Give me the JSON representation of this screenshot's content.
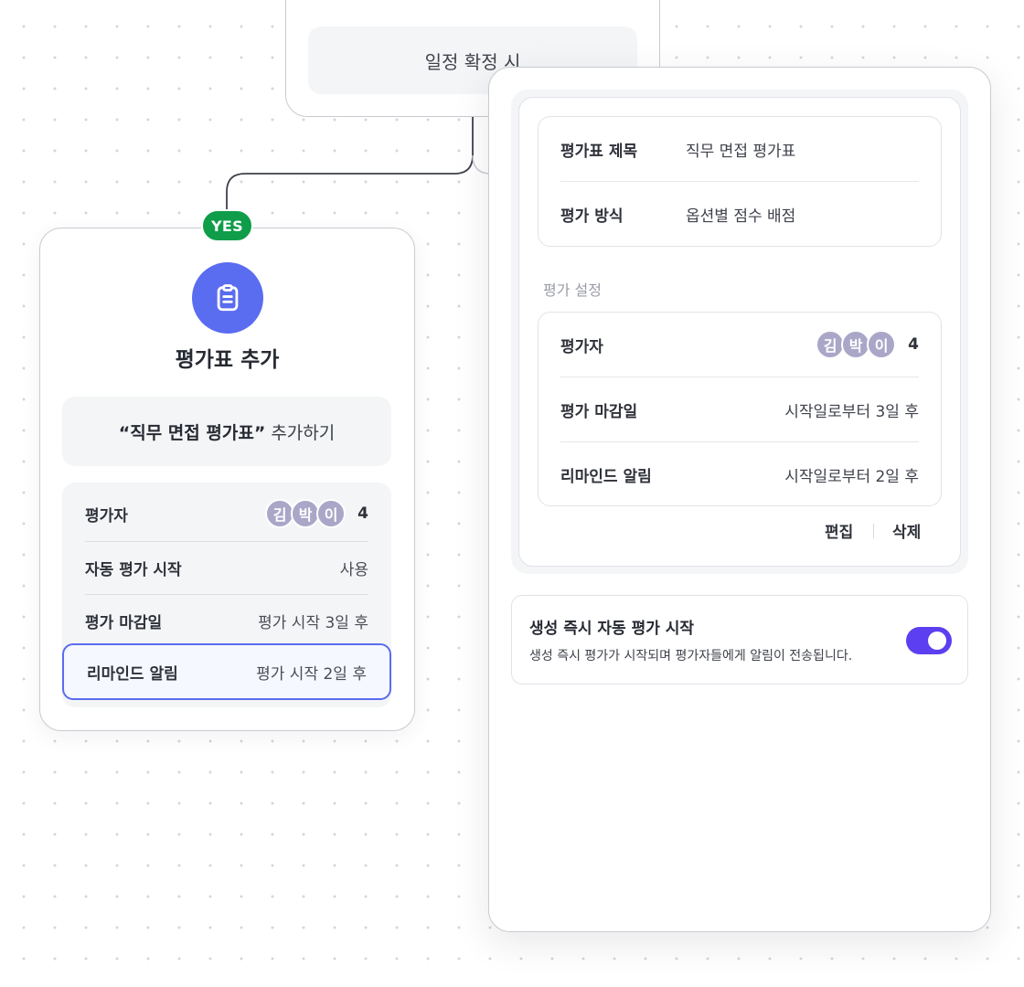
{
  "trigger": {
    "label": "일정 확정 시"
  },
  "branch": {
    "label": "YES"
  },
  "node": {
    "icon": "clipboard-icon",
    "title": "평가표 추가",
    "action": {
      "quoted": "“직무 면접 평가표”",
      "suffix": "추가하기"
    },
    "rows": [
      {
        "label": "평가자",
        "avatars": [
          "김",
          "박",
          "이"
        ],
        "count": "4"
      },
      {
        "label": "자동 평가 시작",
        "value": "사용"
      },
      {
        "label": "평가 마감일",
        "value": "평가 시작 3일 후"
      },
      {
        "label": "리마인드 알림",
        "value": "평가 시작 2일 후"
      }
    ]
  },
  "panel": {
    "info": [
      {
        "label": "평가표 제목",
        "value": "직무 면접 평가표"
      },
      {
        "label": "평가 방식",
        "value": "옵션별 점수 배점"
      }
    ],
    "section_label": "평가 설정",
    "settings": [
      {
        "label": "평가자",
        "avatars": [
          "김",
          "박",
          "이"
        ],
        "count": "4"
      },
      {
        "label": "평가 마감일",
        "value": "시작일로부터 3일 후"
      },
      {
        "label": "리마인드 알림",
        "value": "시작일로부터 2일 후"
      }
    ],
    "actions": {
      "edit": "편집",
      "delete": "삭제"
    },
    "auto_start": {
      "title": "생성 즉시 자동 평가 시작",
      "description": "생성 즉시 평가가 시작되며 평가자들에게 알림이 전송됩니다.",
      "enabled": true
    }
  },
  "colors": {
    "accent": "#5a6cf0",
    "toggle_on": "#5b3ff0",
    "yes_badge": "#0f9d4a",
    "avatar": "#a9a6c8"
  }
}
